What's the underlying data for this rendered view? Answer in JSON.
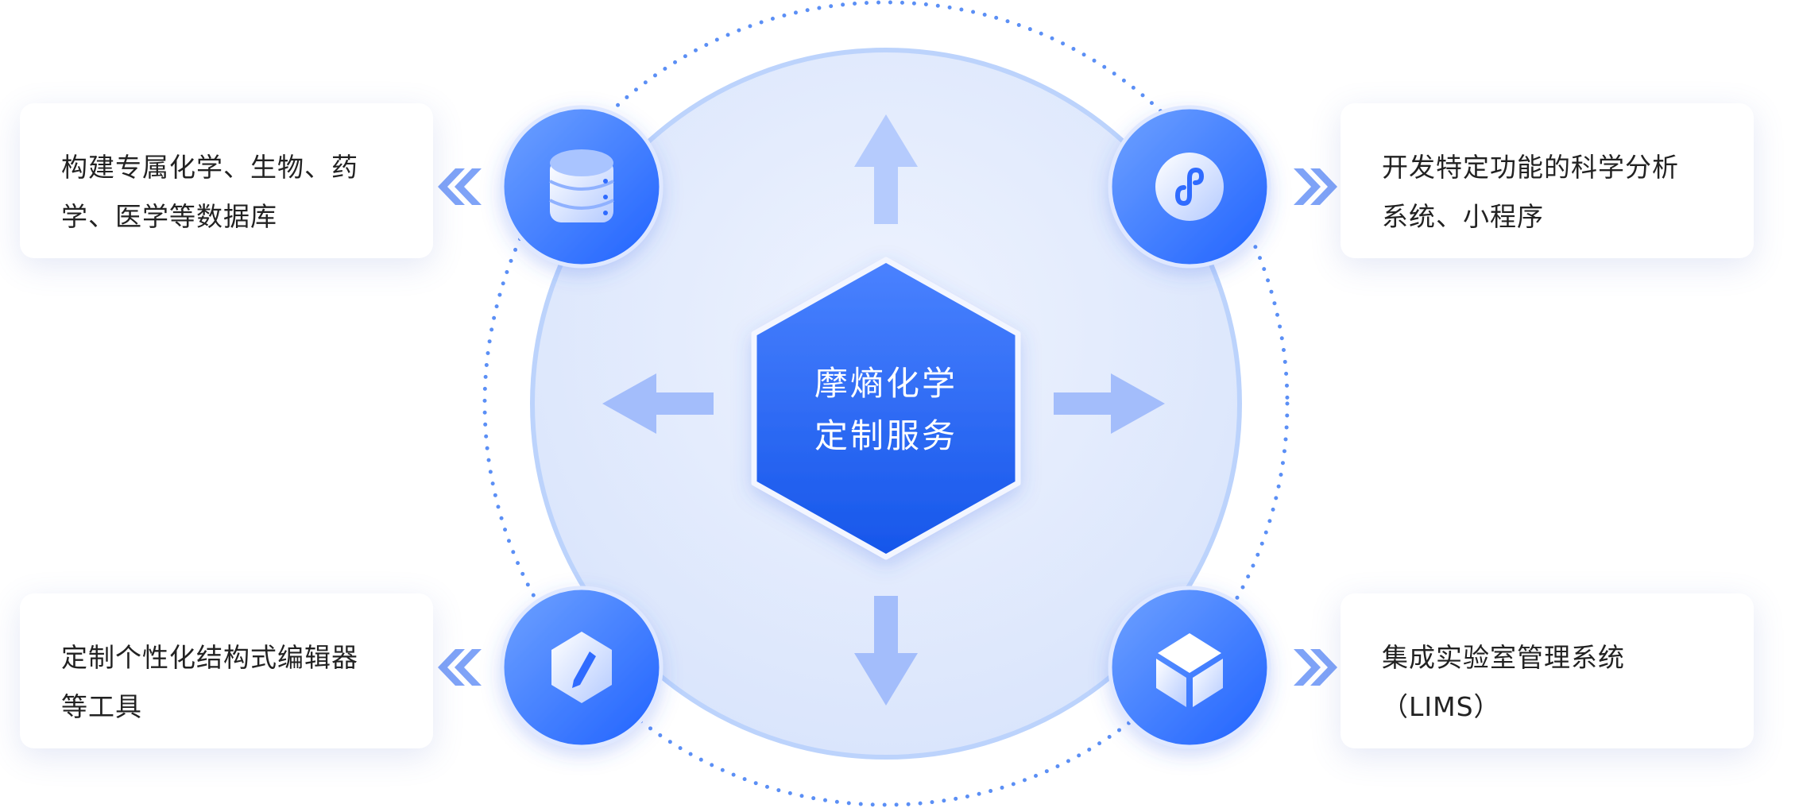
{
  "center": {
    "line1": "摩熵化学",
    "line2": "定制服务"
  },
  "services": [
    {
      "id": "database",
      "icon": "database-icon",
      "line1": "构建专属化学、生物、药",
      "line2": "学、医学等数据库"
    },
    {
      "id": "mini-program",
      "icon": "mini-program-icon",
      "line1": "开发特定功能的科学分析",
      "line2": "系统、小程序"
    },
    {
      "id": "editor",
      "icon": "edit-icon",
      "line1": "定制个性化结构式编辑器",
      "line2": "等工具"
    },
    {
      "id": "lims",
      "icon": "cube-icon",
      "line1": "集成实验室管理系统",
      "line2": "（LIMS）"
    }
  ],
  "colors": {
    "primary": "#2f6bff",
    "light": "#a9c2ff",
    "circle": "#e6edfd",
    "dots": "#5b8ff5"
  }
}
